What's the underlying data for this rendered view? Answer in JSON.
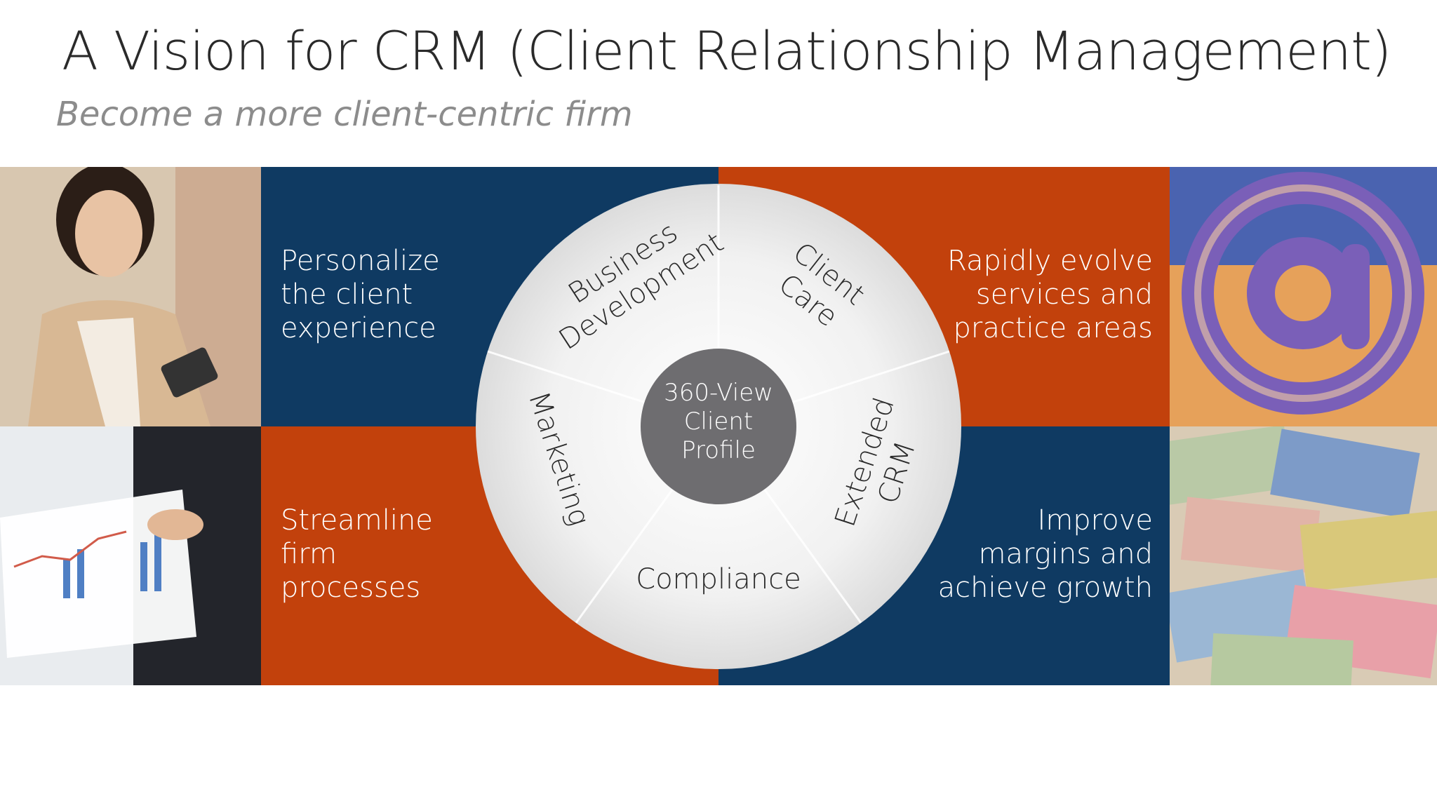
{
  "slide": {
    "title": "A Vision for CRM (Client Relationship Management)",
    "subtitle": "Become a more client-centric firm"
  },
  "quadrants": {
    "top_left": "Personalize\nthe client\nexperience",
    "top_right": "Rapidly evolve\nservices and\npractice areas",
    "bottom_left": "Streamline\nfirm\nprocesses",
    "bottom_right": "Improve\nmargins and\nachieve growth"
  },
  "wheel": {
    "center_line1": "360-View",
    "center_line2": "Client",
    "center_line3": "Profile",
    "segments": {
      "business_development_line1": "Business",
      "business_development_line2": "Development",
      "client_care_line1": "Client",
      "client_care_line2": "Care",
      "extended_crm_line1": "Extended",
      "extended_crm_line2": "CRM",
      "compliance": "Compliance",
      "marketing": "Marketing"
    }
  },
  "colors": {
    "navy": "#0f3a62",
    "orange": "#c2410c",
    "hub": "#6e6d70"
  }
}
